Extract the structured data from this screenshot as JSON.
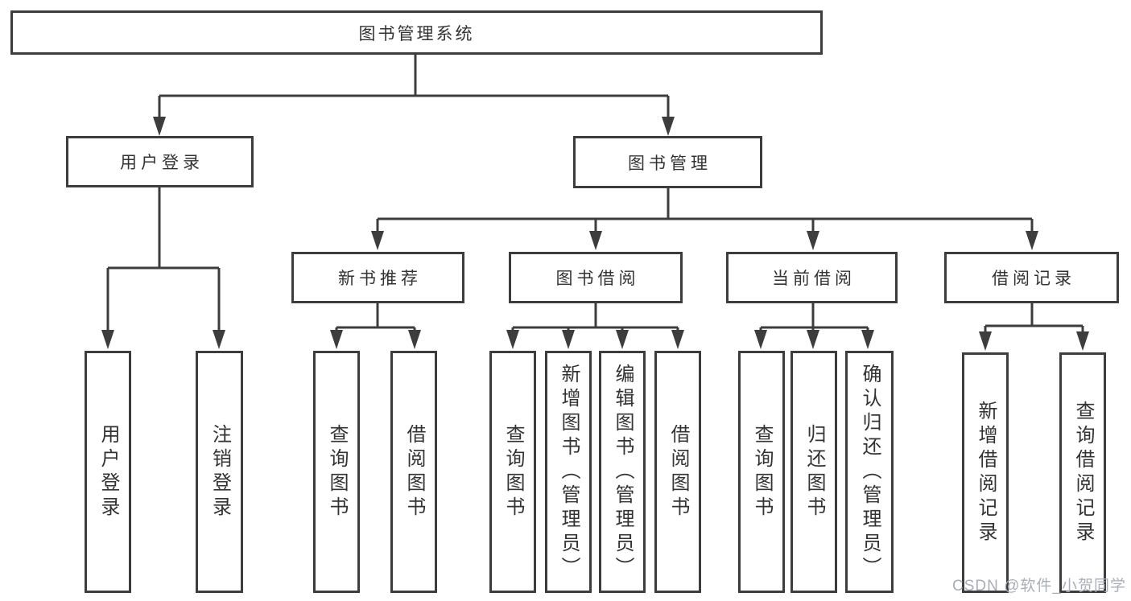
{
  "diagram": {
    "root": {
      "label": "图书管理系统"
    },
    "branches": [
      {
        "label": "用户登录",
        "children": [
          {
            "label": "用户登录"
          },
          {
            "label": "注销登录"
          }
        ]
      },
      {
        "label": "图书管理",
        "children": [
          {
            "label": "新书推荐",
            "children": [
              {
                "label": "查询图书"
              },
              {
                "label": "借阅图书"
              }
            ]
          },
          {
            "label": "图书借阅",
            "children": [
              {
                "label": "查询图书"
              },
              {
                "label": "新增图书（管理员）"
              },
              {
                "label": "编辑图书（管理员）"
              },
              {
                "label": "借阅图书"
              }
            ]
          },
          {
            "label": "当前借阅",
            "children": [
              {
                "label": "查询图书"
              },
              {
                "label": "归还图书"
              },
              {
                "label": "确认归还（管理员）"
              }
            ]
          },
          {
            "label": "借阅记录",
            "children": [
              {
                "label": "新增借阅记录"
              },
              {
                "label": "查询借阅记录"
              }
            ]
          }
        ]
      }
    ],
    "watermark": "CSDN @软件_小贺同学",
    "colors": {
      "line": "#3d3d3d",
      "box_border": "#3d3d3d",
      "text": "#333333",
      "background": "#ffffff",
      "watermark": "#a9aeb8"
    }
  }
}
